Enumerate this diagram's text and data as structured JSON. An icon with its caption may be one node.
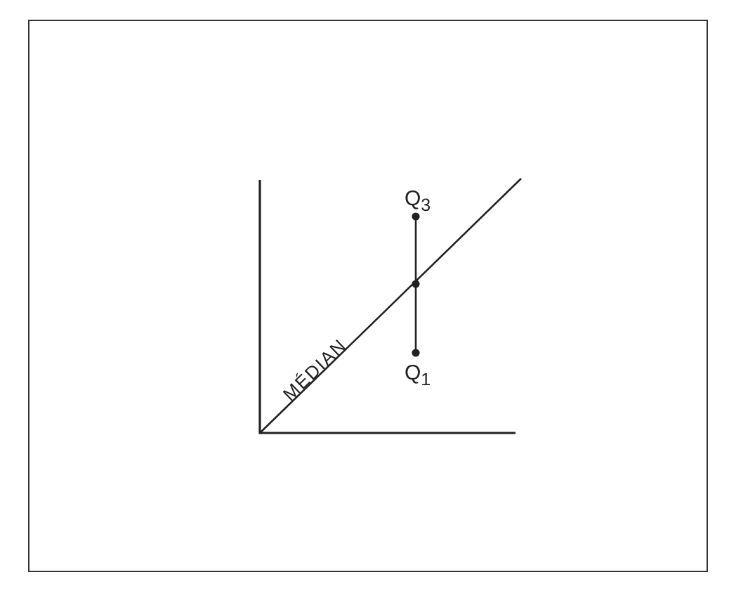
{
  "diagram": {
    "labels": [
      "Q$_{3}$",
      "MÉDIAN",
      "Q$_{1}$"
    ]
  }
}
